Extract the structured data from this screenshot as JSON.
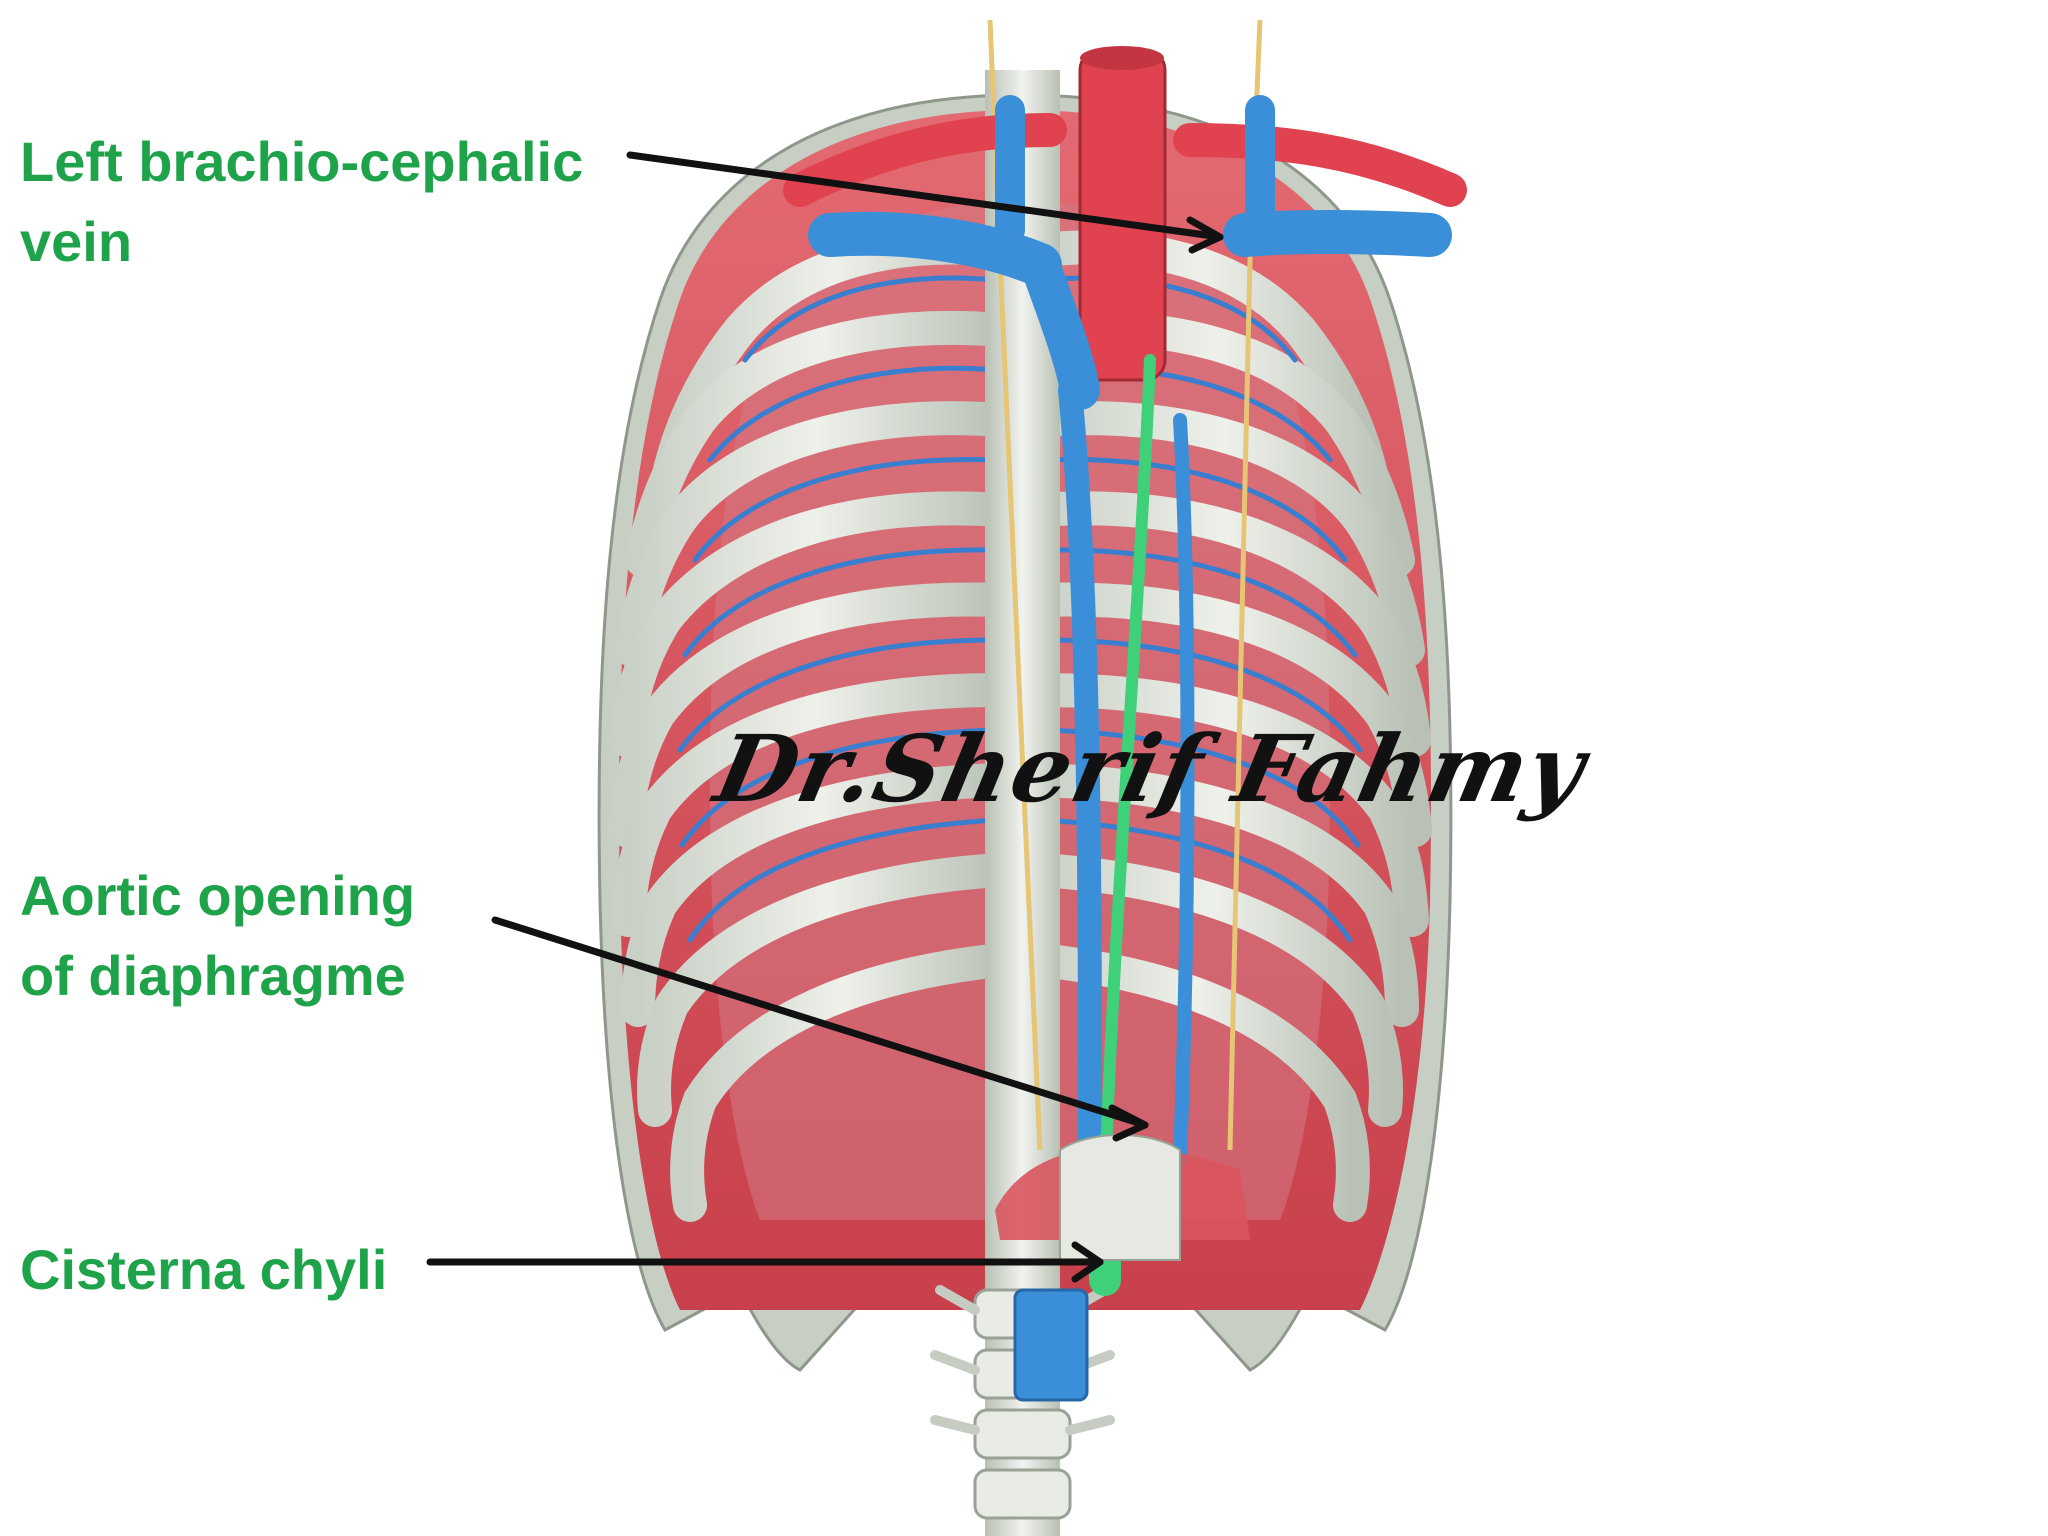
{
  "labels": {
    "brachiocephalic": {
      "line1": "Left brachio-cephalic",
      "line2": "vein"
    },
    "aortic_opening": {
      "line1": "Aortic opening",
      "line2": "of diaphragme"
    },
    "cisterna": {
      "line1": "Cisterna chyli"
    }
  },
  "watermark": "Dr.Sherif Fahmy",
  "colors": {
    "label_text": "#1fa34a",
    "arrow": "#111111",
    "muscle_red": "#d9555f",
    "vein_blue": "#3a8fd8",
    "artery_red": "#e0434f",
    "lymph_green": "#3fd07a",
    "bone": "#dfe3d8",
    "nerve": "#e6c574"
  },
  "icons": [
    "thoracic-cage-illustration"
  ]
}
